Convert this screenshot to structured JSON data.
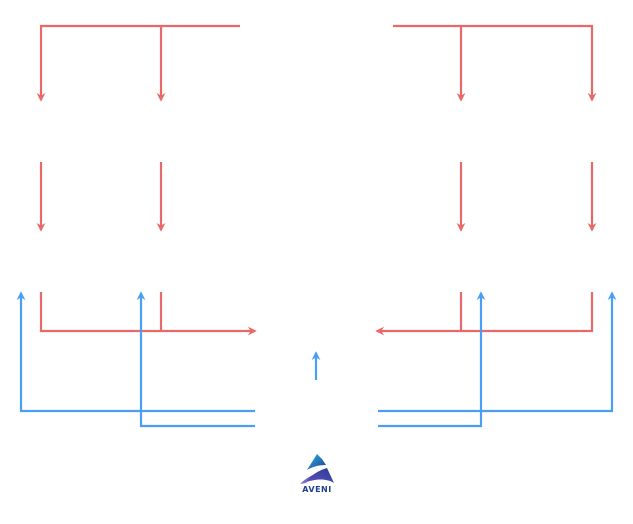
{
  "colors": {
    "flow_down": "#e8696a",
    "flow_up": "#4a9ef5",
    "background": "#ffffff",
    "logo_dark": "#1f3f8f",
    "logo_light": "#2bb3e6",
    "logo_purple": "#6b4cc4",
    "logo_text": "#1f3f8f"
  },
  "diagram": {
    "left_group": {
      "top_connector": "red-horizontal-bus",
      "columns": [
        {
          "name": "left-col-1",
          "down_arrows": 2,
          "up_arrow": true
        },
        {
          "name": "left-col-2",
          "down_arrows": 2,
          "up_arrow": true
        }
      ],
      "merge_arrow_direction": "right"
    },
    "right_group": {
      "top_connector": "red-horizontal-bus",
      "columns": [
        {
          "name": "right-col-1",
          "down_arrows": 2,
          "up_arrow": true
        },
        {
          "name": "right-col-2",
          "down_arrows": 2,
          "up_arrow": true
        }
      ],
      "merge_arrow_direction": "left"
    },
    "center_arrow_direction": "up"
  },
  "logo": {
    "text": "AVENI",
    "icon": "aveni-triangle-logo-icon"
  }
}
